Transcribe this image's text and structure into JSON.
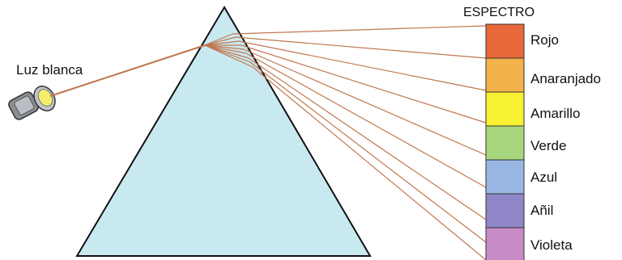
{
  "light_source": {
    "label": "Luz blanca",
    "icon": "flashlight-icon"
  },
  "spectrum": {
    "title": "ESPECTRO",
    "bands": [
      {
        "label": "Rojo",
        "color": "#e8683a"
      },
      {
        "label": "Anaranjado",
        "color": "#f4b24a"
      },
      {
        "label": "Amarillo",
        "color": "#f8f032"
      },
      {
        "label": "Verde",
        "color": "#a8d67c"
      },
      {
        "label": "Azul",
        "color": "#9ab6e2"
      },
      {
        "label": "Añil",
        "color": "#8f86c8"
      },
      {
        "label": "Violeta",
        "color": "#c88cc8"
      }
    ]
  },
  "colors": {
    "prism_fill": "#c9e9f1",
    "prism_stroke": "#111111",
    "ray": "#c0774e",
    "band_border": "#333333"
  }
}
